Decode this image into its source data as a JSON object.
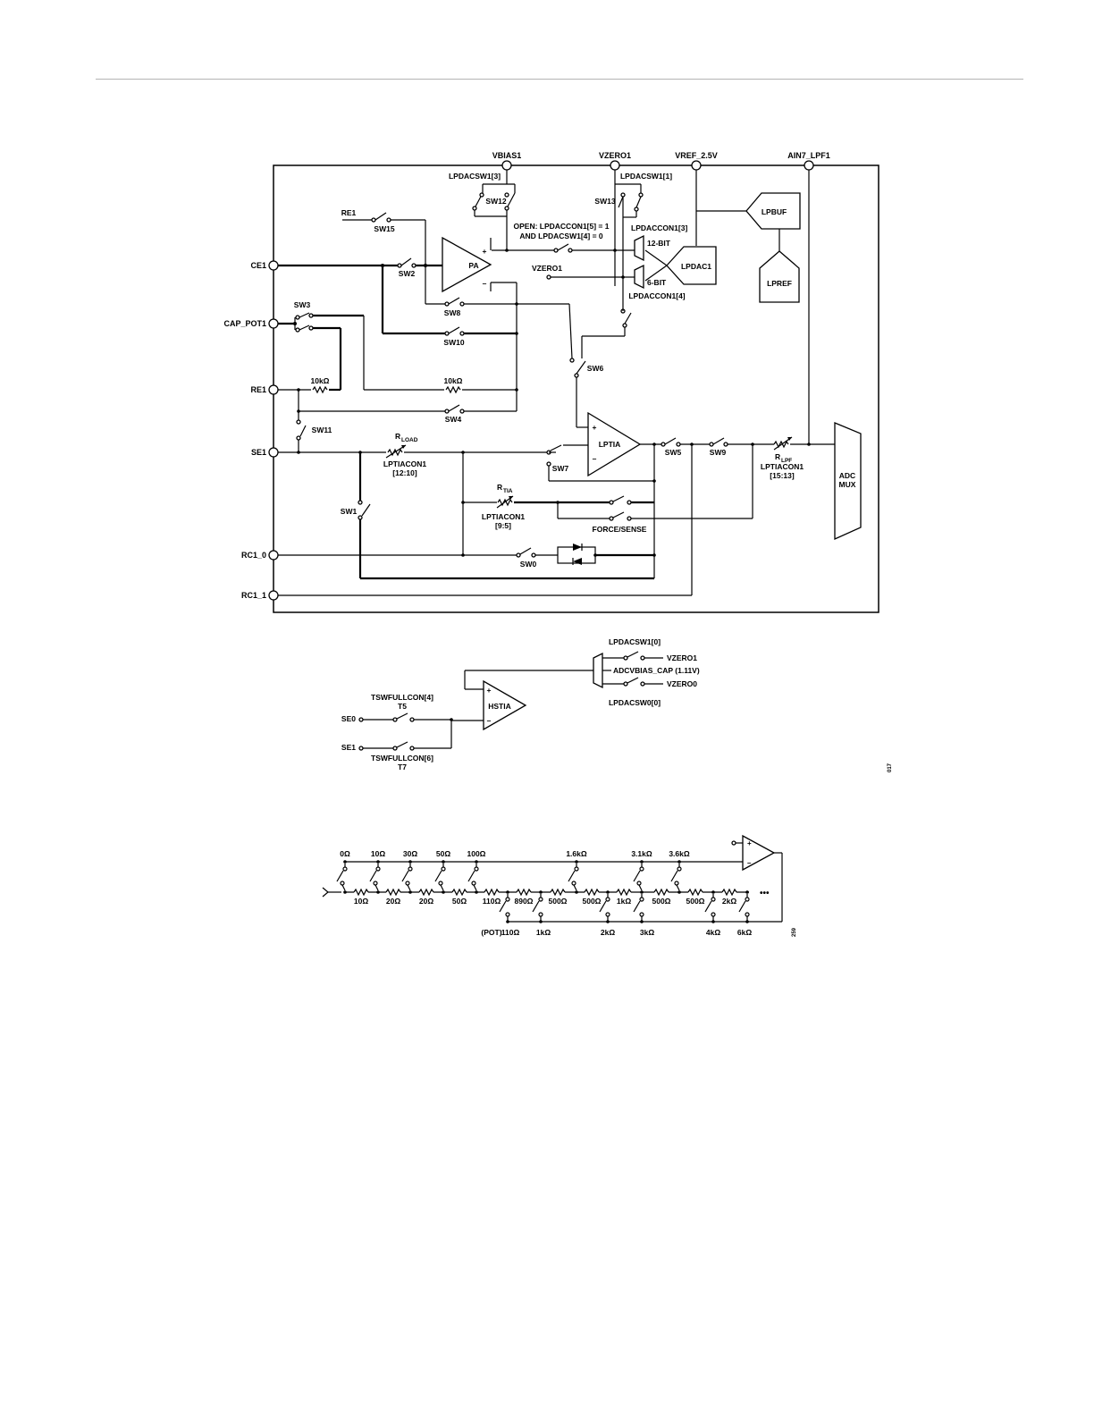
{
  "fig1": {
    "pins": {
      "top": [
        "VBIAS1",
        "VZERO1",
        "VREF_2.5V",
        "AIN7_LPF1"
      ],
      "left": [
        "CE1",
        "CAP_POT1",
        "RE1",
        "SE1",
        "RC1_0",
        "RC1_1"
      ]
    },
    "blocks": {
      "pa": "PA",
      "lptia": "LPTIA",
      "lpbuf": "LPBUF",
      "lpref": "LPREF",
      "lpdac1": "LPDAC1",
      "adc_mux_1": "ADC",
      "adc_mux_2": "MUX",
      "bit12": "12-BIT",
      "bit6": "6-BIT"
    },
    "switches": {
      "sw0": "SW0",
      "sw1": "SW1",
      "sw2": "SW2",
      "sw3": "SW3",
      "sw4": "SW4",
      "sw5": "SW5",
      "sw6": "SW6",
      "sw7": "SW7",
      "sw8": "SW8",
      "sw9": "SW9",
      "sw10": "SW10",
      "sw11": "SW11",
      "sw12": "SW12",
      "sw13": "SW13",
      "sw15": "SW15"
    },
    "labels": {
      "re1_in": "RE1",
      "lpdacsw1_3": "LPDACSW1[3]",
      "lpdacsw1_1": "LPDACSW1[1]",
      "open_line1": "OPEN: LPDACCON1[5] = 1",
      "open_line2": "AND LPDACSW1[4] = 0",
      "lpdaccon1_3": "LPDACCON1[3]",
      "vzero1_internal": "VZERO1",
      "lpdaccon1_4": "LPDACCON1[4]",
      "res_10k_a": "10kΩ",
      "res_10k_b": "10kΩ",
      "rload_main": "R",
      "rload_sub": "LOAD",
      "rload_reg1": "LPTIACON1",
      "rload_reg2": "[12:10]",
      "rtia_main": "R",
      "rtia_sub": "TIA",
      "rtia_reg1": "LPTIACON1",
      "rtia_reg2": "[9:5]",
      "rlpf_main": "R",
      "rlpf_sub": "LPF",
      "rlpf_reg1": "LPTIACON1",
      "rlpf_reg2": "[15:13]",
      "force_sense": "FORCE/SENSE",
      "opamp_plus": "+",
      "opamp_minus": "–"
    }
  },
  "fig2": {
    "lpdacsw1_0": "LPDACSW1[0]",
    "vzero1": "VZERO1",
    "adcvbias": "ADCVBIAS_CAP (1.11V)",
    "vzero0": "VZERO0",
    "lpdacsw0_0": "LPDACSW0[0]",
    "hstia": "HSTIA",
    "tswfullcon4": "TSWFULLCON[4]",
    "t5": "T5",
    "se0": "SE0",
    "se1": "SE1",
    "tswfullcon6": "TSWFULLCON[6]",
    "t7": "T7",
    "fig_code": "017"
  },
  "fig3": {
    "top_labels": [
      "0Ω",
      "10Ω",
      "30Ω",
      "50Ω",
      "100Ω",
      "1.6kΩ",
      "3.1kΩ",
      "3.6kΩ"
    ],
    "series_labels": [
      "10Ω",
      "20Ω",
      "20Ω",
      "50Ω",
      "110Ω",
      "890Ω",
      "500Ω",
      "500Ω",
      "1kΩ",
      "500Ω",
      "500Ω",
      "2kΩ"
    ],
    "bottom_labels": [
      "(POT)",
      "110Ω",
      "1kΩ",
      "2kΩ",
      "3kΩ",
      "4kΩ",
      "6kΩ"
    ],
    "ellipsis": "•••",
    "fig_code": "259"
  }
}
